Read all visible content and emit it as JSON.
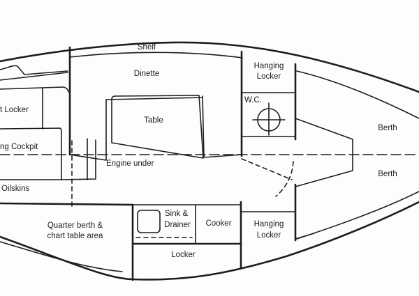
{
  "diagram": {
    "type": "yacht accommodation plan",
    "labels": {
      "shelf": "Shelf",
      "dinette": "Dinette",
      "table": "Table",
      "hanging_locker_fwd_1": "Hanging",
      "hanging_locker_fwd_2": "Locker",
      "wc": "W.C.",
      "berth_upper": "Berth",
      "berth_lower": "Berth",
      "cockpit_locker": "t Locker",
      "cockpit": "ng Cockpit",
      "engine": "Engine under",
      "oilskins": "Oilskins",
      "quarter_berth_1": "Quarter berth &",
      "quarter_berth_2": "chart table area",
      "sink_1": "Sink &",
      "sink_2": "Drainer",
      "cooker": "Cooker",
      "hanging_locker_aft_1": "Hanging",
      "hanging_locker_aft_2": "Locker",
      "galley_locker": "Locker"
    },
    "colors": {
      "line": "#1d1d1d",
      "background": "#fdfdfb"
    }
  }
}
